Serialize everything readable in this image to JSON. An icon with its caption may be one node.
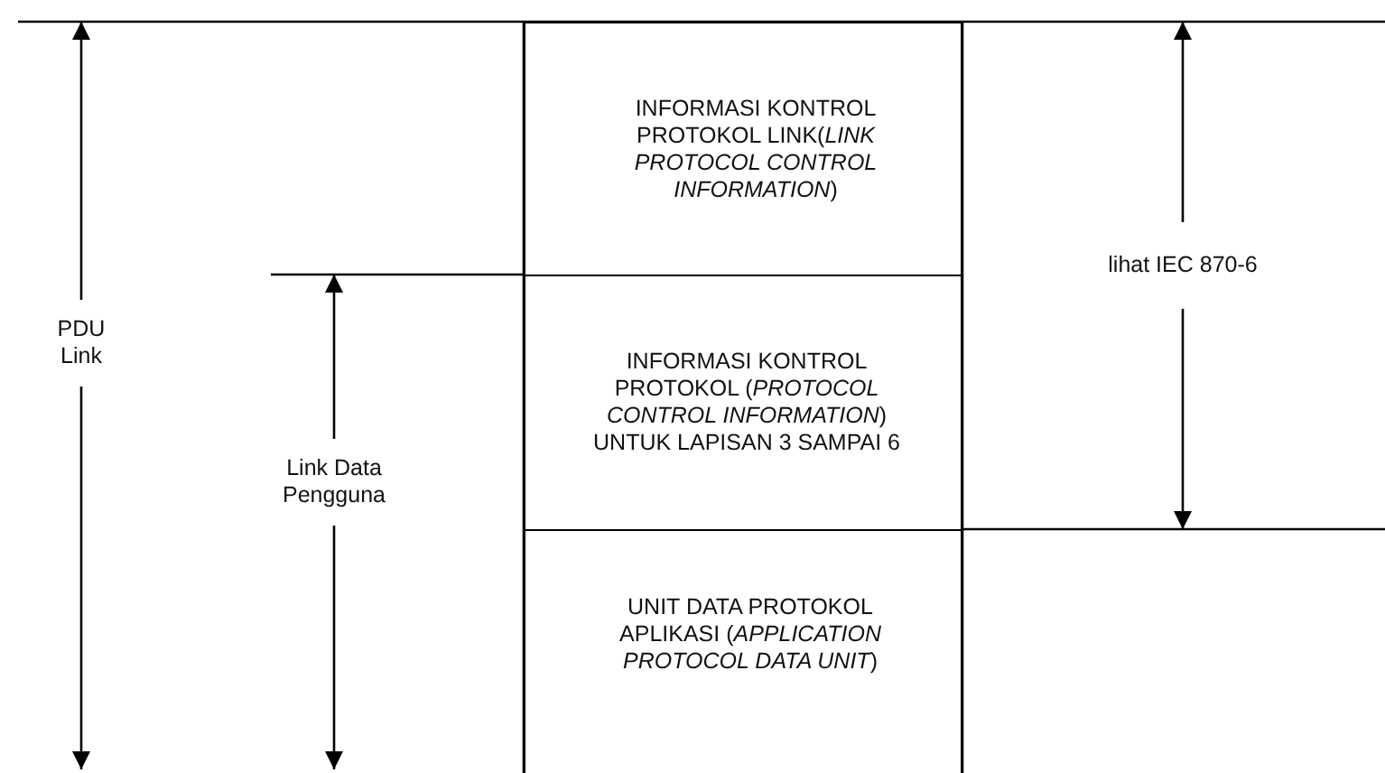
{
  "diagram": {
    "nodes": [
      {
        "text": [
          "INFORMASI KONTROL PROTOKOL LINK(*LINK PROTOCOL CONTROL INFORMATION*)"
        ]
      },
      {
        "text": [
          "INFORMASI KONTROL PROTOKOL (*PROTOCOL CONTROL INFORMATION*) UNTUK LAPISAN 3 SAMPAI 6"
        ]
      },
      {
        "text": [
          "UNIT DATA PROTOKOL APLIKASI (*APPLICATION PROTOCOL DATA UNIT*)"
        ]
      }
    ],
    "labels": [
      "PDU Link",
      "lihat IEC 870-6",
      "Link Data Pengguna"
    ]
  }
}
